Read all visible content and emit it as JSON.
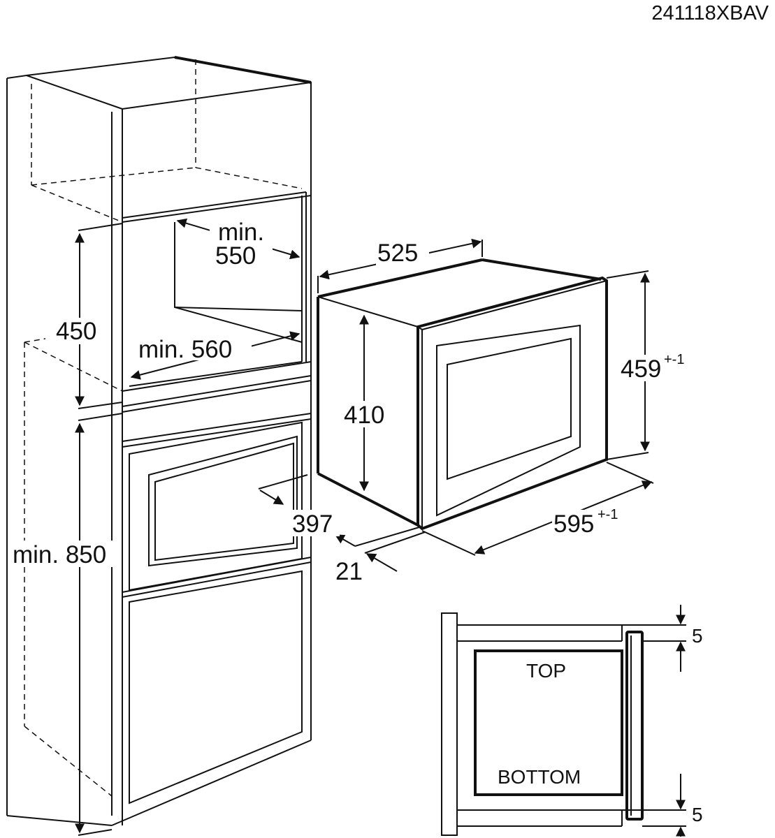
{
  "drawing_code": "241118XBAV",
  "cabinet": {
    "dim_width_top": "min.\n550",
    "dim_width_top_line1": "min.",
    "dim_width_top_line2": "550",
    "dim_depth": "min. 560",
    "dim_niche_height": "450",
    "dim_floor_height": "min. 850"
  },
  "appliance": {
    "dim_depth": "525",
    "dim_body_height": "410",
    "dim_front_height": "459",
    "dim_front_height_tol": "+-1",
    "dim_front_width": "595",
    "dim_front_width_tol": "+-1",
    "dim_inner_width": "397",
    "dim_front_thickness": "21"
  },
  "installation_detail": {
    "label_top": "TOP",
    "label_bottom": "BOTTOM",
    "gap_top": "5",
    "gap_bottom": "5"
  }
}
